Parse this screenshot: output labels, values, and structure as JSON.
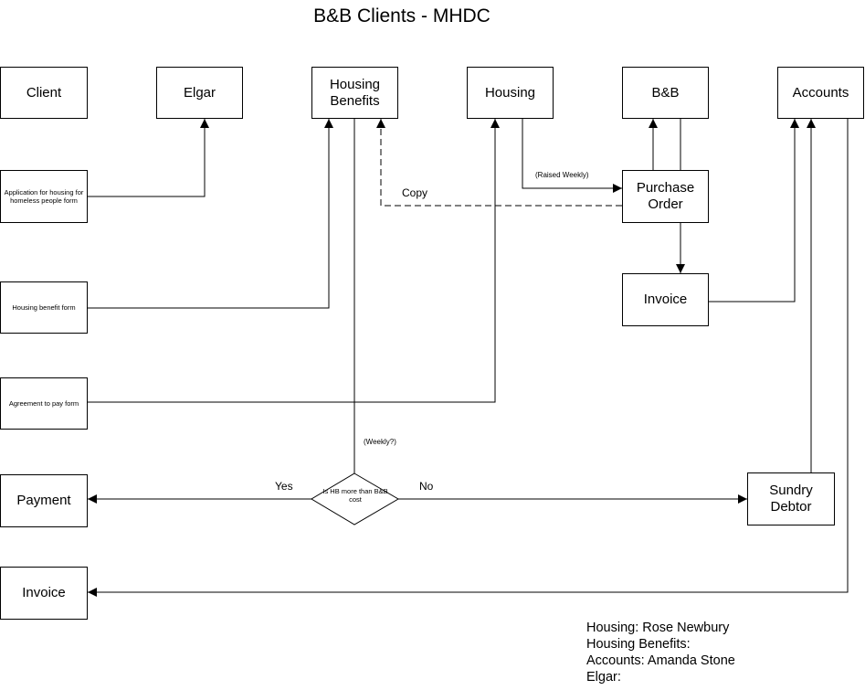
{
  "title": "B&B Clients - MHDC",
  "lanes": {
    "client": "Client",
    "elgar": "Elgar",
    "housing_benefits": "Housing\nBenefits",
    "housing": "Housing",
    "bnb": "B&B",
    "accounts": "Accounts"
  },
  "forms": {
    "application": "Application for housing for homeless people form",
    "housing_benefit": "Housing benefit form",
    "agreement": "Agreement to pay form"
  },
  "boxes": {
    "purchase_order": "Purchase\nOrder",
    "invoice_bnb": "Invoice",
    "payment": "Payment",
    "invoice_client": "Invoice",
    "sundry_debtor": "Sundry\nDebtor"
  },
  "decision": {
    "text": "Is HB more than B&B cost",
    "yes": "Yes",
    "no": "No"
  },
  "labels": {
    "raised_weekly": "(Raised Weekly)",
    "copy": "Copy",
    "weekly": "(Weekly?)"
  },
  "legend": [
    "Housing: Rose Newbury",
    "Housing Benefits:",
    "Accounts: Amanda Stone",
    "Elgar:"
  ]
}
